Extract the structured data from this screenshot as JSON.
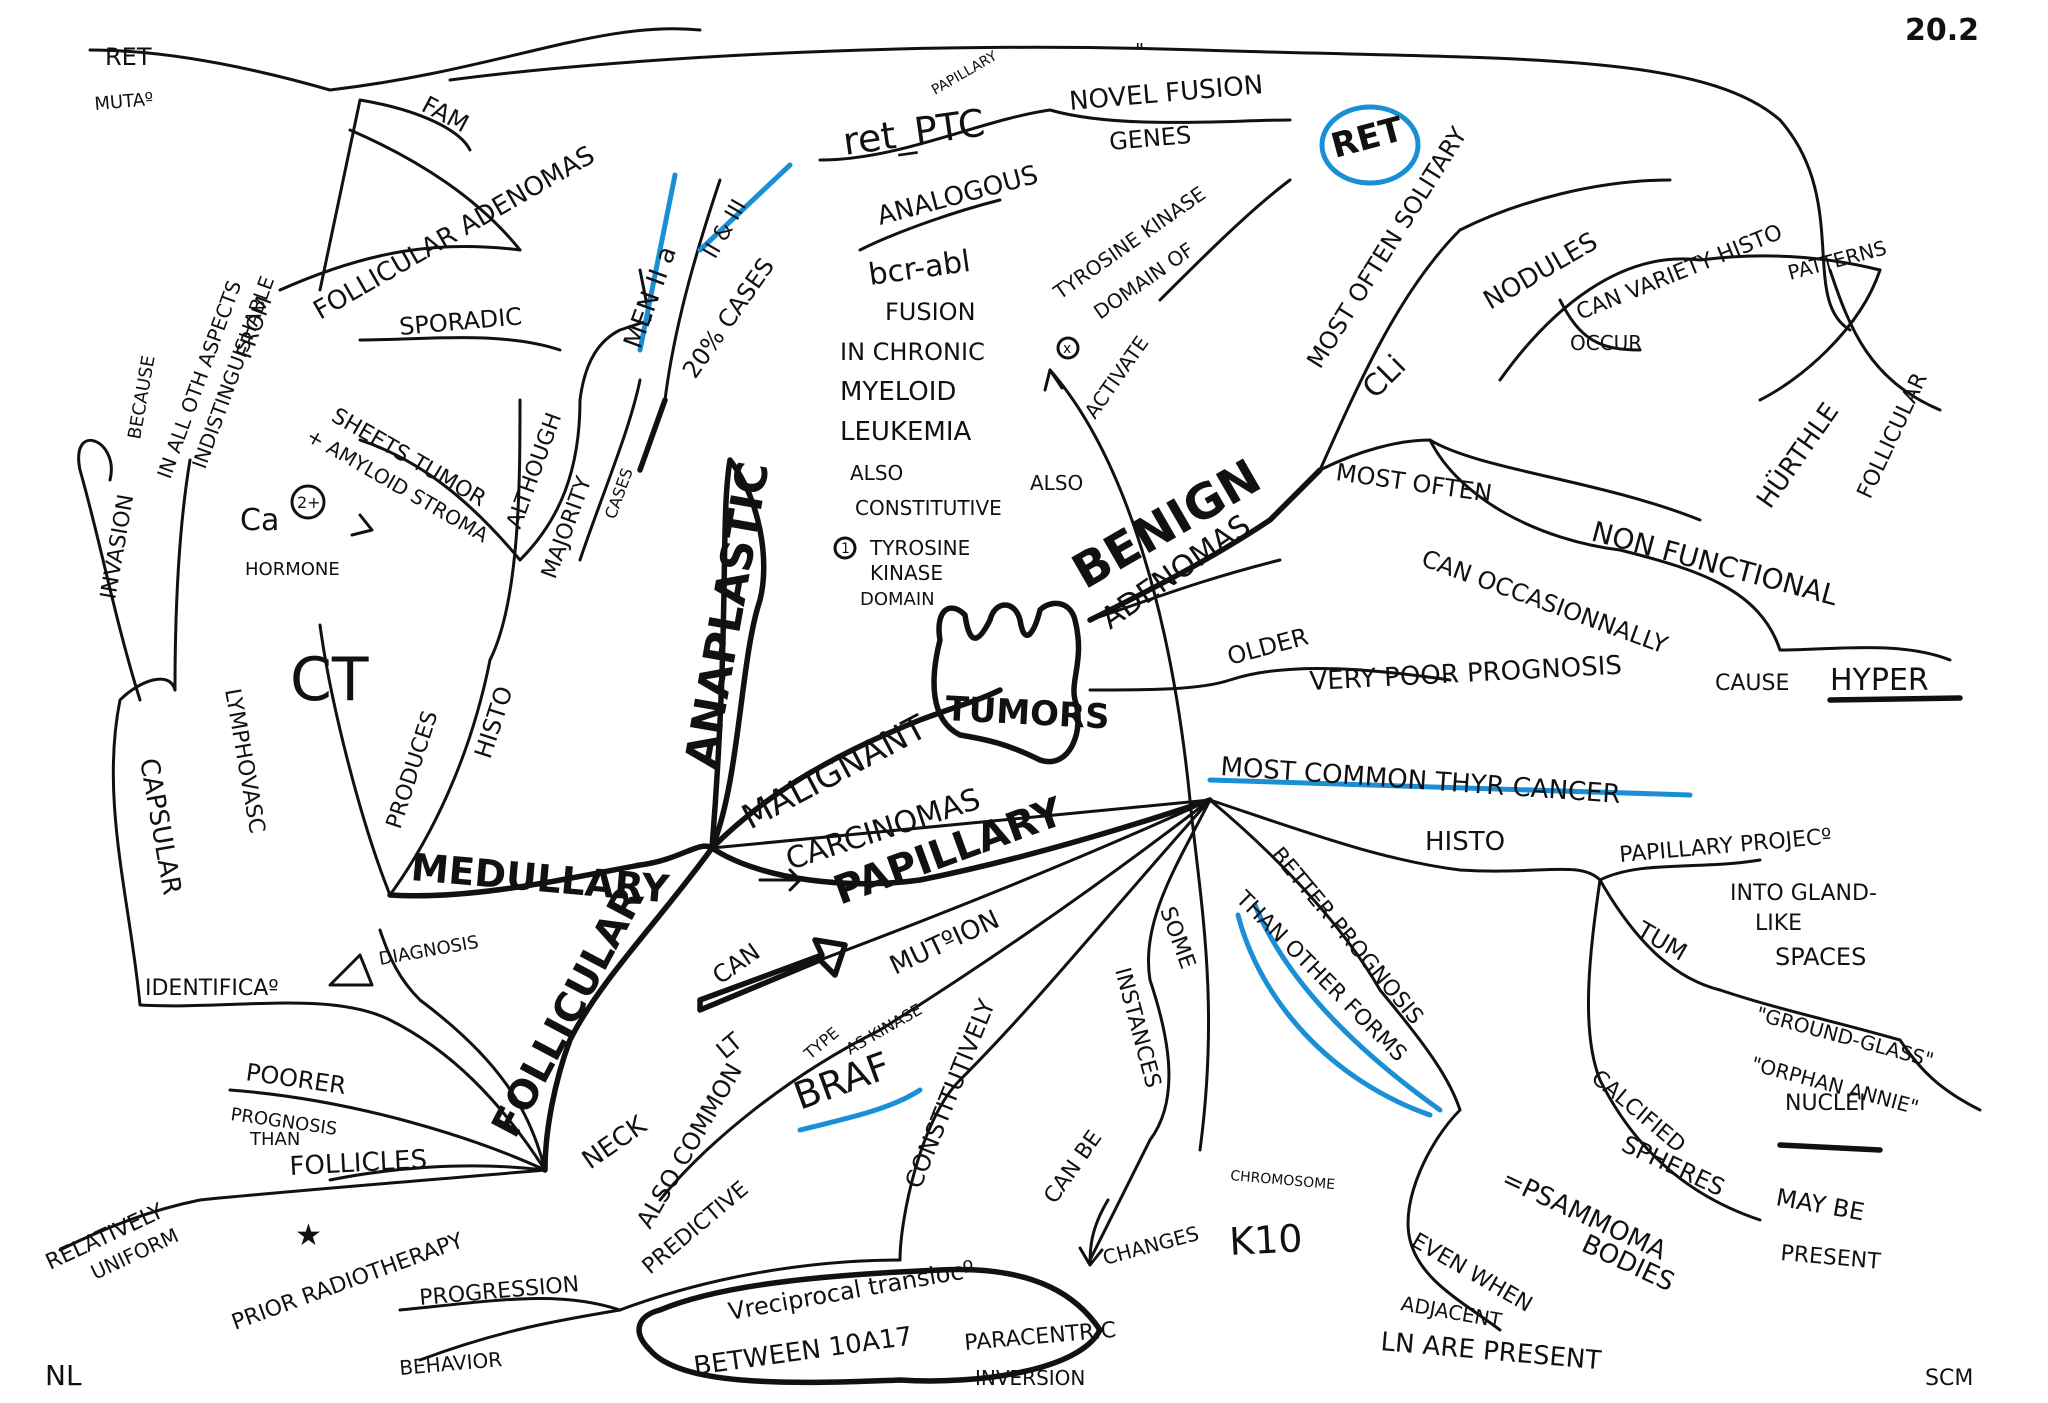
{
  "page": {
    "number": "20.2",
    "initials_left": "NL",
    "initials_right": "SCM"
  },
  "center": "TUMORS",
  "benign": {
    "label": "BENIGN",
    "adenomas": "ADENOMAS",
    "most_often_solitary": "MOST OFTEN SOLITARY",
    "cli": "CLi",
    "nodules": "NODULES",
    "can_variety": "CAN VARIETY HISTO",
    "patterns": "PATTERNS",
    "occur": "OCCUR",
    "hurthle": "HÜRTHLE",
    "follicular": "FOLLICULAR",
    "most_often": "MOST OFTEN",
    "non_functional": "NON FUNCTIONAL",
    "can_occasionally": "CAN OCCASIONNALLY",
    "cause": "CAUSE",
    "hyper": "HYPER"
  },
  "older": {
    "older": "OLDER",
    "poor": "VERY POOR PROGNOSIS"
  },
  "ret_branch": {
    "ret": "RET",
    "ret_ptc": "ret_PTC",
    "papillary_small": "PAPILLARY",
    "quote": "\"",
    "novel_fusion": "NOVEL FUSION",
    "genes": "GENES",
    "analogous": "ANALOGOUS",
    "bcr_abl": "bcr-abl",
    "fusion": "FUSION",
    "in_chronic": "IN CHRONIC",
    "myeloid": "MYELOID",
    "leukemia": "LEUKEMIA",
    "also": "ALSO",
    "also_right": "ALSO",
    "constitutive": "CONSTITUTIVE",
    "circ1": "1",
    "tyrosine": "TYROSINE",
    "kinase": "KINASE",
    "domain": "DOMAIN",
    "circx": "x",
    "tyrosine_kinase": "TYROSINE KINASE",
    "domain_of": "DOMAIN OF",
    "activate": "ACTIVATE"
  },
  "anaplastic": "ANAPLASTIC",
  "malignant": {
    "label": "MALIGNANT",
    "carcinomas": "CARCINOMAS"
  },
  "medullary": {
    "label": "MEDULLARY",
    "produces": "PRODUCES",
    "histo": "HISTO",
    "ct": "CT",
    "sheets_tumor": "SHEETS TUMOR",
    "amyloid": "+ AMYLOID STROMA",
    "ca": "Ca",
    "ca_charge": "2+",
    "hormone": "HORMONE",
    "although": "ALTHOUGH",
    "majority": "MAJORITY",
    "cases": "CASES",
    "sporadic": "SPORADIC",
    "men": "MEN II a",
    "men2": "II & III",
    "cases20": "20% CASES",
    "fam": "FAM",
    "follicular_adenomas": "FOLLICULAR ADENOMAS",
    "ret_muta": "RET",
    "muta": "MUTAº"
  },
  "follicular": {
    "label": "FOLLICULAR",
    "capsular": "CAPSULAR",
    "invasion": "INVASION",
    "because": "BECAUSE",
    "in_all_other": "IN ALL OTH ASPECTS",
    "indistinguishable": "INDISTINGUISHABLE",
    "from": "FROM",
    "lymphovasc": "LYMPHOVASC",
    "identifica": "IDENTIFICAº",
    "diagnosis": "DIAGNOSIS",
    "poorer": "POORER",
    "prognosis": "PROGNOSIS",
    "than": "THAN",
    "follicles": "FOLLICLES",
    "relatively": "RELATIVELY",
    "uniform": "UNIFORM"
  },
  "papillary": {
    "label": "PAPILLARY",
    "most_common": "MOST COMMON THYR CANCER",
    "histo": "HISTO",
    "papillary_projec": "PAPILLARY PROJECº",
    "into_gland": "INTO GLAND-",
    "like": "LIKE",
    "spaces": "SPACES",
    "tum": "TUM",
    "ground_glass": "\"GROUND-GLASS\"",
    "orphan": "\"ORPHAN ANNIE\"",
    "nuclei": "NUCLEI",
    "may_be": "MAY BE",
    "present": "PRESENT",
    "calcified": "CALCIFIED",
    "spheres": "SPHERES",
    "psammoma": "=PSAMMOMA",
    "bodies": "BODIES",
    "better": "BETTER PROGNOSIS",
    "than_other": "THAN OTHER FORMS",
    "even_when": "EVEN WHEN",
    "adjacent": "ADJACENT",
    "ln_present": "LN ARE PRESENT",
    "some": "SOME",
    "instances": "INSTANCES",
    "can_be": "CAN BE",
    "chromosome": "CHROMOSOME",
    "changes": "CHANGES",
    "k10": "K10",
    "reciprocal": "Vreciprocal translocº",
    "between": "BETWEEN 10A17",
    "paracentric": "PARACENTRIC",
    "inversion": "INVERSION",
    "can": "CAN",
    "lt": "LT",
    "mutation": "MUTºION",
    "type": "TYPE",
    "as_kinase": "AS KINASE",
    "braf": "BRAF",
    "constitutively": "CONSTITUTIVELY",
    "also_common": "ALSO COMMON",
    "neck": "NECK",
    "predictive": "PREDICTIVE",
    "prior": "PRIOR RADIOTHERAPY",
    "progression": "PROGRESSION",
    "behavior": "BEHAVIOR",
    "star": "★"
  }
}
